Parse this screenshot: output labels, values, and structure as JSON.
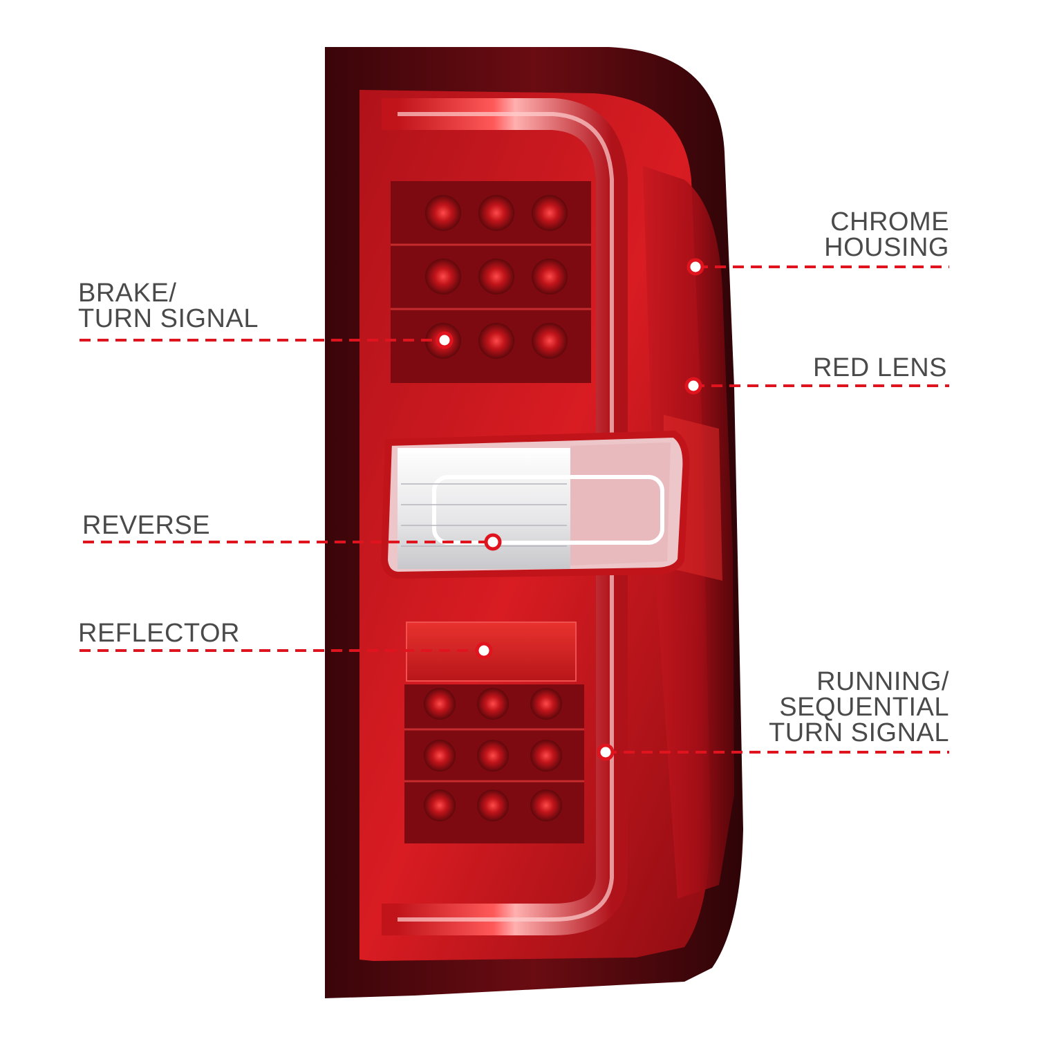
{
  "product": {
    "name": "",
    "lens_color": "#c8141c",
    "housing_color": "#5a0a10",
    "reverse_color": "#f2f2f2"
  },
  "callouts": {
    "chrome_housing": {
      "lines": [
        "CHROME",
        "HOUSING"
      ]
    },
    "brake_turn": {
      "lines": [
        "BRAKE/",
        "TURN SIGNAL"
      ]
    },
    "red_lens": {
      "lines": [
        "RED LENS"
      ]
    },
    "reverse": {
      "lines": [
        "REVERSE"
      ]
    },
    "reflector": {
      "lines": [
        "REFLECTOR"
      ]
    },
    "running_sequential": {
      "lines": [
        "RUNNING/",
        "SEQUENTIAL",
        "TURN SIGNAL"
      ]
    }
  },
  "style": {
    "leader_color": "#e0141e",
    "marker_color": "#ffffff"
  }
}
